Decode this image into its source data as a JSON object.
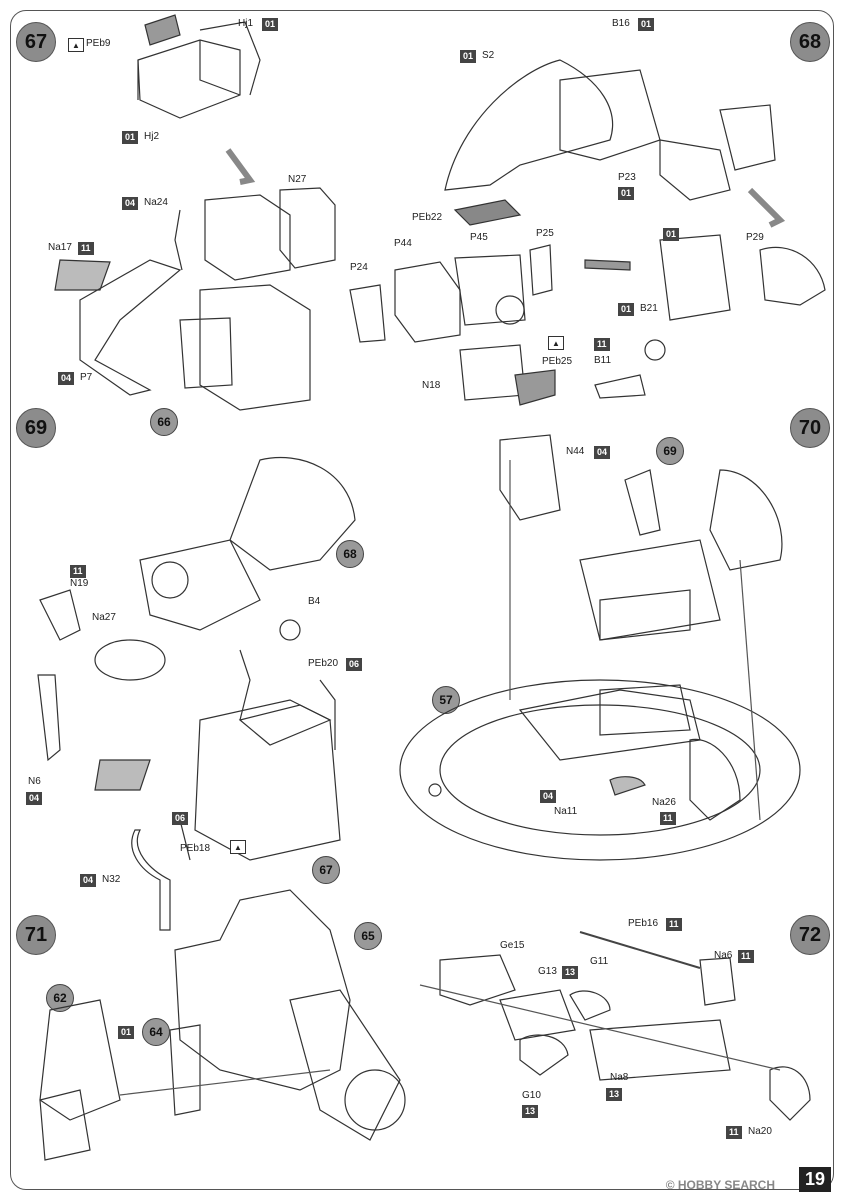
{
  "page_number": "19",
  "watermark": "© HOBBY SEARCH",
  "pe_icon": "up-arrow-icon",
  "steps": [
    {
      "number": "67"
    },
    {
      "number": "68"
    },
    {
      "number": "69"
    },
    {
      "number": "70"
    },
    {
      "number": "71"
    },
    {
      "number": "72"
    }
  ],
  "refs": [
    "66",
    "68",
    "67",
    "69",
    "57",
    "65",
    "62",
    "64"
  ],
  "labels": {
    "s67": [
      "Hj1",
      "PEb9",
      "Hj2",
      "N27",
      "Na24",
      "Na17",
      "P7"
    ],
    "s68": [
      "B16",
      "S2",
      "P23",
      "PEb22",
      "P45",
      "P25",
      "P44",
      "P24",
      "P29",
      "B21",
      "B11",
      "N18",
      "PEb25"
    ],
    "s69": [
      "N19",
      "Na27",
      "B4",
      "PEb20",
      "N6",
      "PEb18",
      "N32"
    ],
    "s70": [
      "N44",
      "Na11",
      "Na26"
    ],
    "s72": [
      "PEb16",
      "Ge15",
      "G13",
      "G11",
      "Na6",
      "Na8",
      "G10",
      "Na20"
    ]
  },
  "sprues": [
    "01",
    "11",
    "04",
    "06",
    "13"
  ]
}
